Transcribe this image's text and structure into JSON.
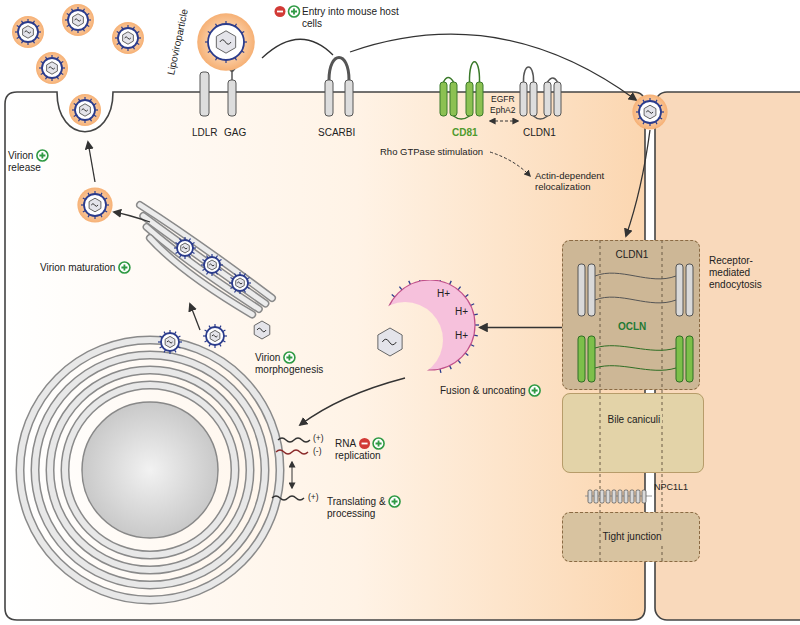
{
  "diagram": {
    "nodes": [
      {
        "text": [
          "Receptor-mediated endocytosis",
          "CLDN1",
          "OCLN"
        ]
      },
      {
        "text": [
          "H+",
          "H+",
          "H+"
        ]
      },
      {
        "text": [
          "Bile caniculi"
        ]
      },
      {
        "text": [
          "Tight junction"
        ]
      }
    ],
    "edges": [
      {
        "from": 0,
        "to": 1,
        "arrow": "to"
      }
    ],
    "labels": [
      "Lipoviroparticle",
      "Entry into mouse host cells",
      "LDLR",
      "GAG",
      "SCARBI",
      "CD81",
      "EGFR",
      "EphA2",
      "CLDN1",
      "Rho GTPase stimulation",
      "Actin-dependent relocalization",
      "Virion release",
      "Virion maturation",
      "Virion morphogenesis",
      "Fusion & uncoating",
      "RNA replication",
      "(+)",
      "(-)",
      "(+)",
      "Translating & processing",
      "NPC1L1"
    ]
  }
}
